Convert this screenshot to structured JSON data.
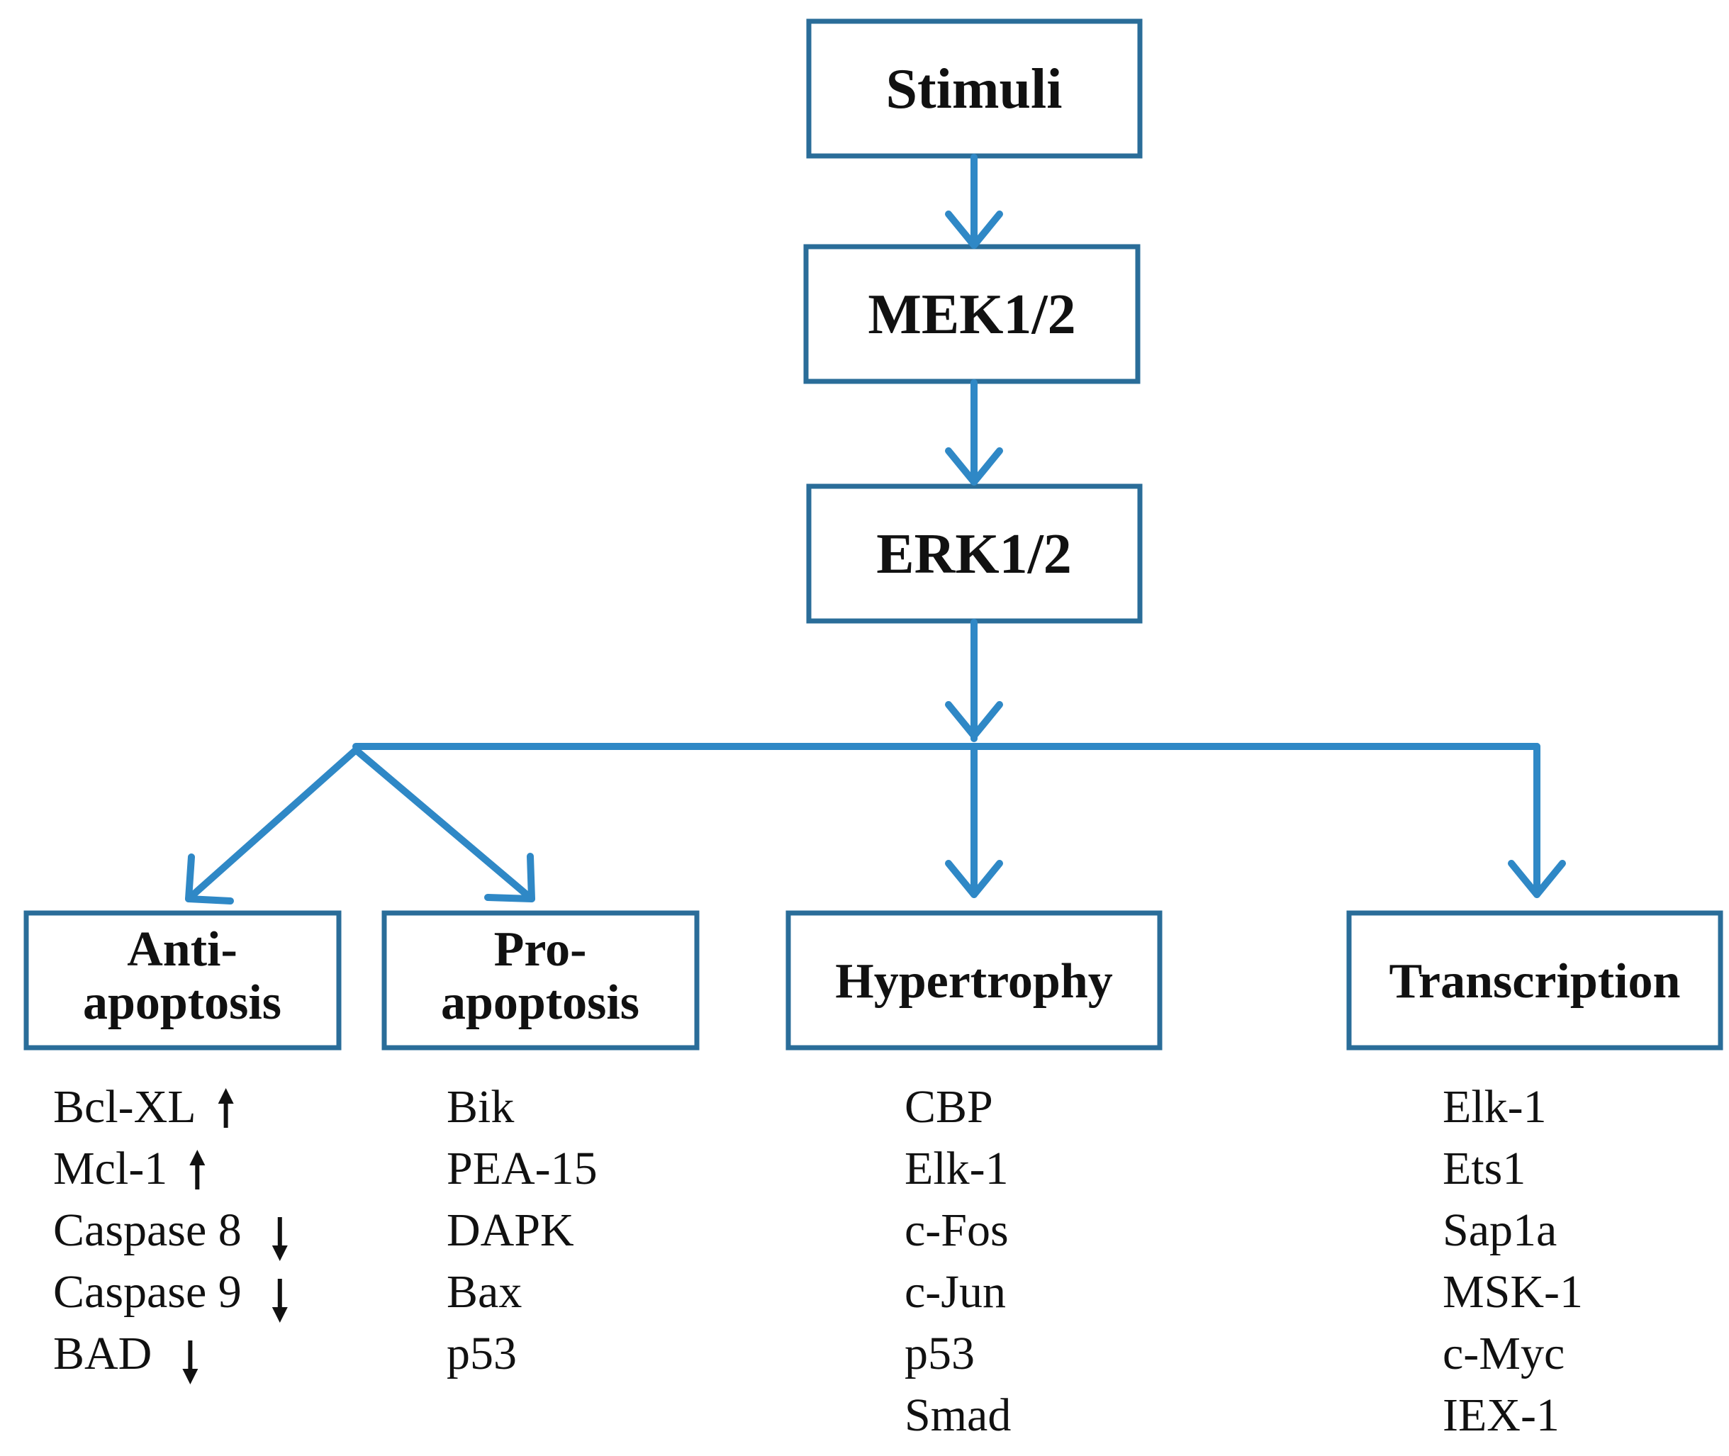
{
  "nodes": {
    "stimuli": "Stimuli",
    "mek": "MEK1/2",
    "erk": "ERK1/2"
  },
  "categories": {
    "anti_apoptosis": {
      "line1": "Anti-",
      "line2": "apoptosis"
    },
    "pro_apoptosis": {
      "line1": "Pro-",
      "line2": "apoptosis"
    },
    "hypertrophy": "Hypertrophy",
    "transcription": "Transcription"
  },
  "lists": {
    "anti_apoptosis": [
      {
        "label": "Bcl-XL",
        "direction": "up"
      },
      {
        "label": "Mcl-1",
        "direction": "up"
      },
      {
        "label": "Caspase 8",
        "direction": "down"
      },
      {
        "label": "Caspase 9",
        "direction": "down"
      },
      {
        "label": "BAD",
        "direction": "down"
      }
    ],
    "pro_apoptosis": [
      "Bik",
      "PEA-15",
      "DAPK",
      "Bax",
      "p53"
    ],
    "hypertrophy": [
      "CBP",
      "Elk-1",
      "c-Fos",
      "c-Jun",
      "p53",
      "Smad"
    ],
    "transcription": [
      "Elk-1",
      "Ets1",
      "Sap1a",
      "MSK-1",
      "c-Myc",
      "IEX-1"
    ]
  },
  "colors": {
    "box_border": "#2a6d99",
    "arrow": "#2f88c6",
    "text": "#111111"
  }
}
